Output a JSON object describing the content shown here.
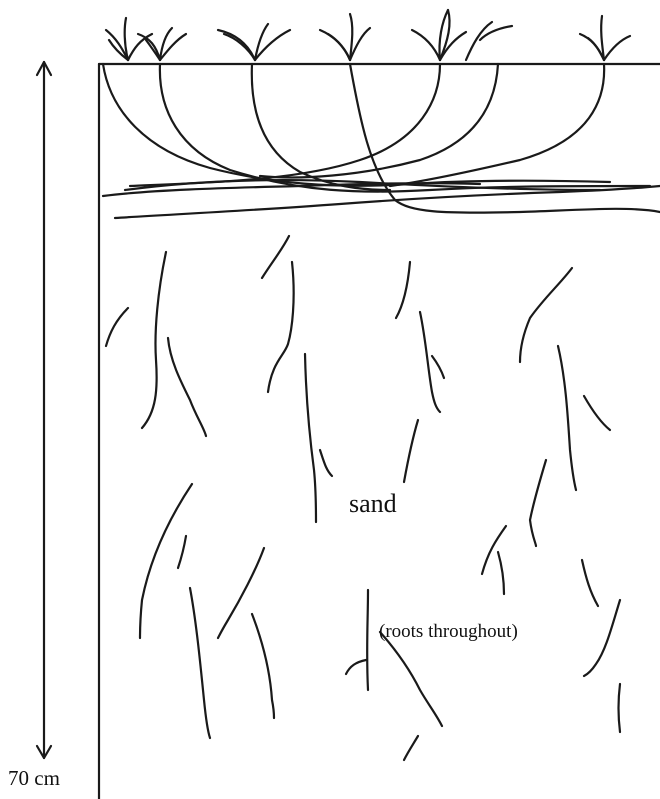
{
  "labels": {
    "depth": "70 cm",
    "soil": "sand",
    "roots_note": "(roots throughout)"
  }
}
